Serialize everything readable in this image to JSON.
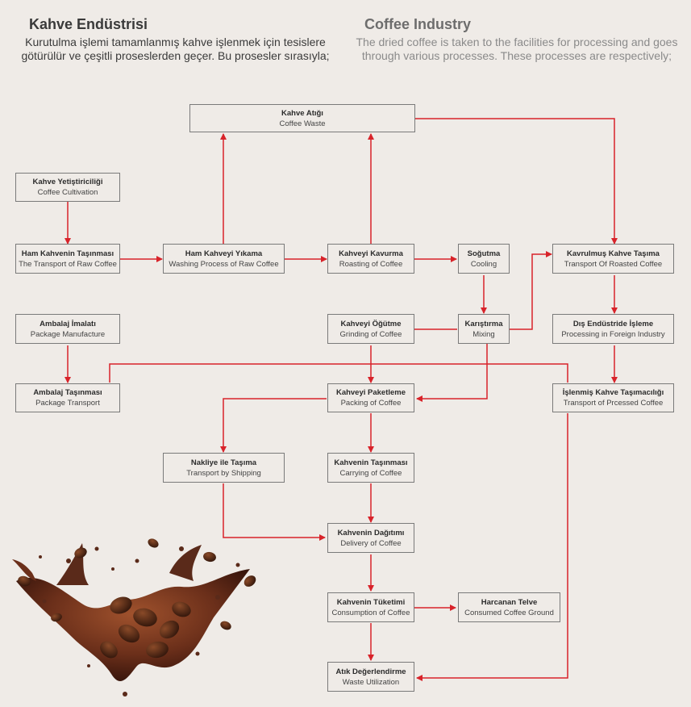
{
  "header": {
    "tr_title": "Kahve Endüstrisi",
    "tr_intro": "Kurutulma işlemi tamamlanmış kahve işlenmek için tesislere götürülür ve çeşitli proseslerden geçer. Bu prosesler sırasıyla;",
    "en_title": "Coffee Industry",
    "en_intro": "The dried coffee is taken to the facilities for processing and goes through various processes. These processes are respectively;"
  },
  "colors": {
    "background": "#efebe7",
    "arrow": "#d8232a",
    "box_border": "#7a7a7a",
    "coffee": "#5a2a1a"
  },
  "nodes": {
    "waste": {
      "tr": "Kahve Atığı",
      "en": "Coffee Waste"
    },
    "cultivation": {
      "tr": "Kahve Yetiştiriciliği",
      "en": "Coffee Cultivation"
    },
    "raw_transport": {
      "tr": "Ham Kahvenin Taşınması",
      "en": "The Transport of Raw Coffee"
    },
    "washing": {
      "tr": "Ham Kahveyi Yıkama",
      "en": "Washing Process of Raw Coffee"
    },
    "roasting": {
      "tr": "Kahveyi Kavurma",
      "en": "Roasting of Coffee"
    },
    "cooling": {
      "tr": "Soğutma",
      "en": "Cooling"
    },
    "roasted_transport": {
      "tr": "Kavrulmuş Kahve Taşıma",
      "en": "Transport Of Roasted Coffee"
    },
    "package_manufacture": {
      "tr": "Ambalaj İmalatı",
      "en": "Package Manufacture"
    },
    "grinding": {
      "tr": "Kahveyi Öğütme",
      "en": "Grinding of Coffee"
    },
    "mixing": {
      "tr": "Karıştırma",
      "en": "Mixing"
    },
    "foreign_industry": {
      "tr": "Dış Endüstride İşleme",
      "en": "Processing in Foreign Industry"
    },
    "package_transport": {
      "tr": "Ambalaj Taşınması",
      "en": "Package Transport"
    },
    "packing": {
      "tr": "Kahveyi Paketleme",
      "en": "Packing of Coffee"
    },
    "processed_transport": {
      "tr": "İşlenmiş Kahve Taşımacılığı",
      "en": "Transport of Prcessed Coffee"
    },
    "shipping": {
      "tr": "Nakliye ile Taşıma",
      "en": "Transport by Shipping"
    },
    "carrying": {
      "tr": "Kahvenin Taşınması",
      "en": "Carrying of Coffee"
    },
    "delivery": {
      "tr": "Kahvenin Dağıtımı",
      "en": "Delivery of Coffee"
    },
    "consumption": {
      "tr": "Kahvenin Tüketimi",
      "en": "Consumption of Coffee"
    },
    "ground": {
      "tr": "Harcanan Telve",
      "en": "Consumed Coffee Ground"
    },
    "utilization": {
      "tr": "Atık Değerlendirme",
      "en": "Waste Utilization"
    }
  }
}
